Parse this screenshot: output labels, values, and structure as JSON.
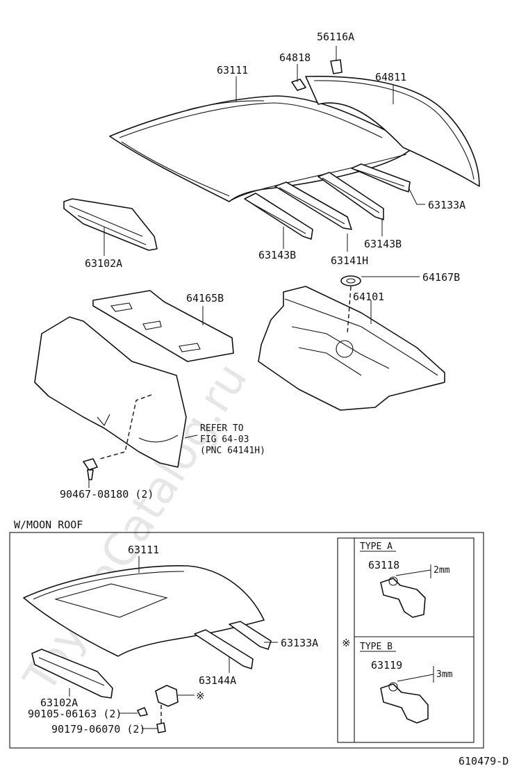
{
  "watermark": "ToyotaCatalog.ru",
  "labels": {
    "l56116A": "56116A",
    "l64818": "64818",
    "l63111_top": "63111",
    "l64811": "64811",
    "l63133A_top": "63133A",
    "l63102A_top": "63102A",
    "l63143B_left": "63143B",
    "l63141H": "63141H",
    "l63143B_right": "63143B",
    "l64167B": "64167B",
    "l64165B": "64165B",
    "l64101": "64101",
    "refer_1": "REFER TO",
    "refer_2": "FIG 64-03",
    "refer_3": "(PNC 64141H)",
    "l90467": "90467-08180 (2)"
  },
  "moonroof": {
    "title": "W/MOON ROOF",
    "l63111": "63111",
    "l63133A": "63133A",
    "l63144A": "63144A",
    "l63102A": "63102A",
    "l90105": "90105-06163 (2)",
    "l90179": "90179-06070 (2)",
    "ref_mark": "※",
    "type_a": {
      "title": "TYPE A",
      "part": "63118",
      "dim": "2mm"
    },
    "type_b": {
      "title": "TYPE B",
      "part": "63119",
      "dim": "3mm"
    }
  },
  "figure_id": "610479-D"
}
